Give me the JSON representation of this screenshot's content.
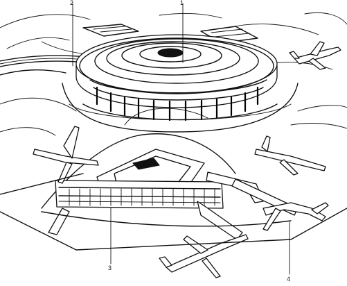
{
  "labels": {
    "l1": "1",
    "l2": "2",
    "l3": "3",
    "l4": "4"
  }
}
